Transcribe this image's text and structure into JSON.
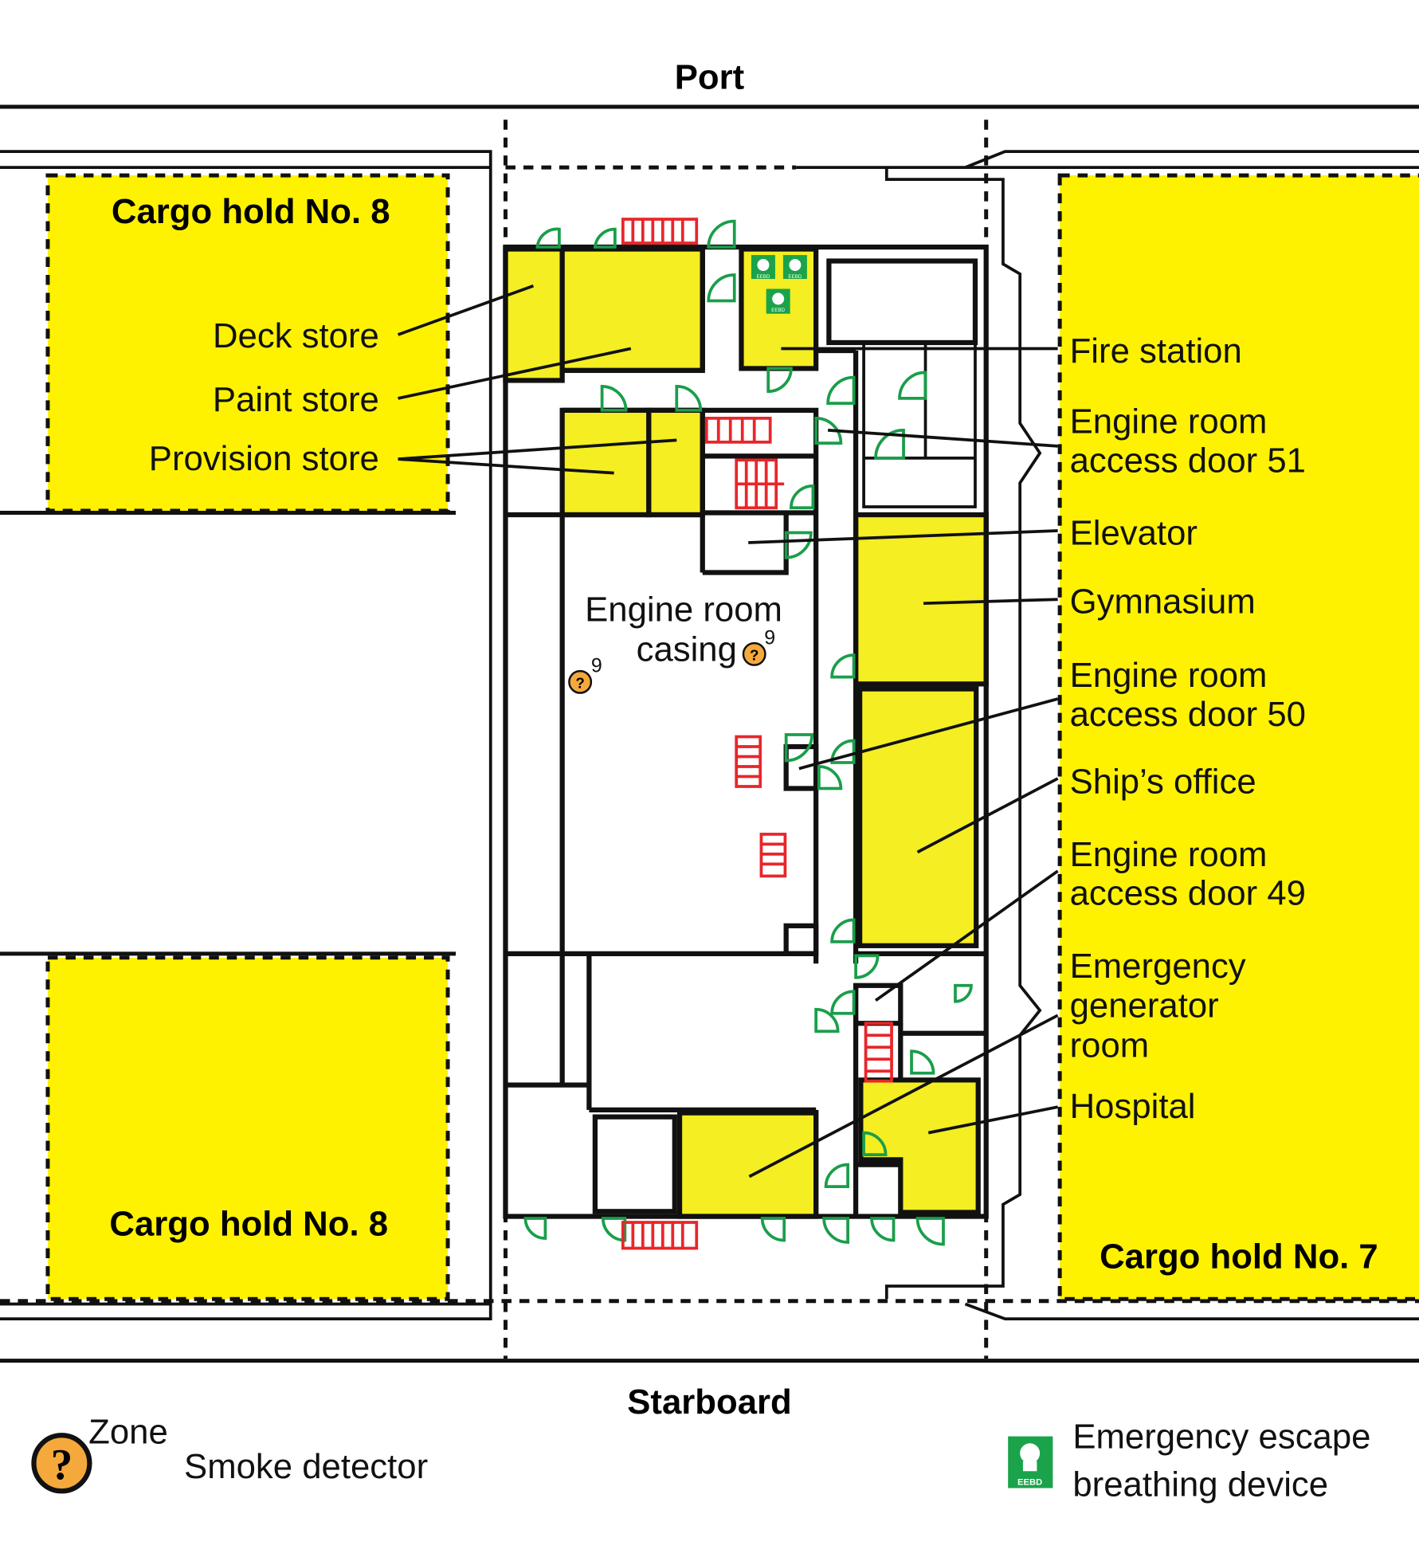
{
  "orientation": {
    "top": "Port",
    "bottom": "Starboard"
  },
  "holds": {
    "port_aft": "Cargo hold No. 8",
    "starboard_aft": "Cargo hold No. 8",
    "forward": "Cargo hold No. 7"
  },
  "left_labels": [
    "Deck store",
    "Paint store",
    "Provision store"
  ],
  "right_labels": {
    "fire_station": [
      "Fire station"
    ],
    "door51": [
      "Engine room",
      "access door 51"
    ],
    "elevator": [
      "Elevator"
    ],
    "gymnasium": [
      "Gymnasium"
    ],
    "door50": [
      "Engine room",
      "access door 50"
    ],
    "ships_office": [
      "Ship’s office"
    ],
    "door49": [
      "Engine room",
      "access door 49"
    ],
    "emergency_generator": [
      "Emergency",
      "generator",
      "room"
    ],
    "hospital": [
      "Hospital"
    ]
  },
  "center": {
    "casing": [
      "Engine room",
      "casing"
    ],
    "detector_zone": "9"
  },
  "eebd_label": "EEBD",
  "legend": {
    "smoke": {
      "zone": "Zone",
      "label": "Smoke detector"
    },
    "eebd": {
      "label": [
        "Emergency escape",
        "breathing device"
      ],
      "badge": "EEBD"
    }
  },
  "colors": {
    "room": "#f4ee22",
    "hold": "#fff200",
    "door": "#1a9e4a",
    "stair": "#e8262a",
    "detector": "#f5a93c",
    "eebd": "#1aa34a"
  }
}
